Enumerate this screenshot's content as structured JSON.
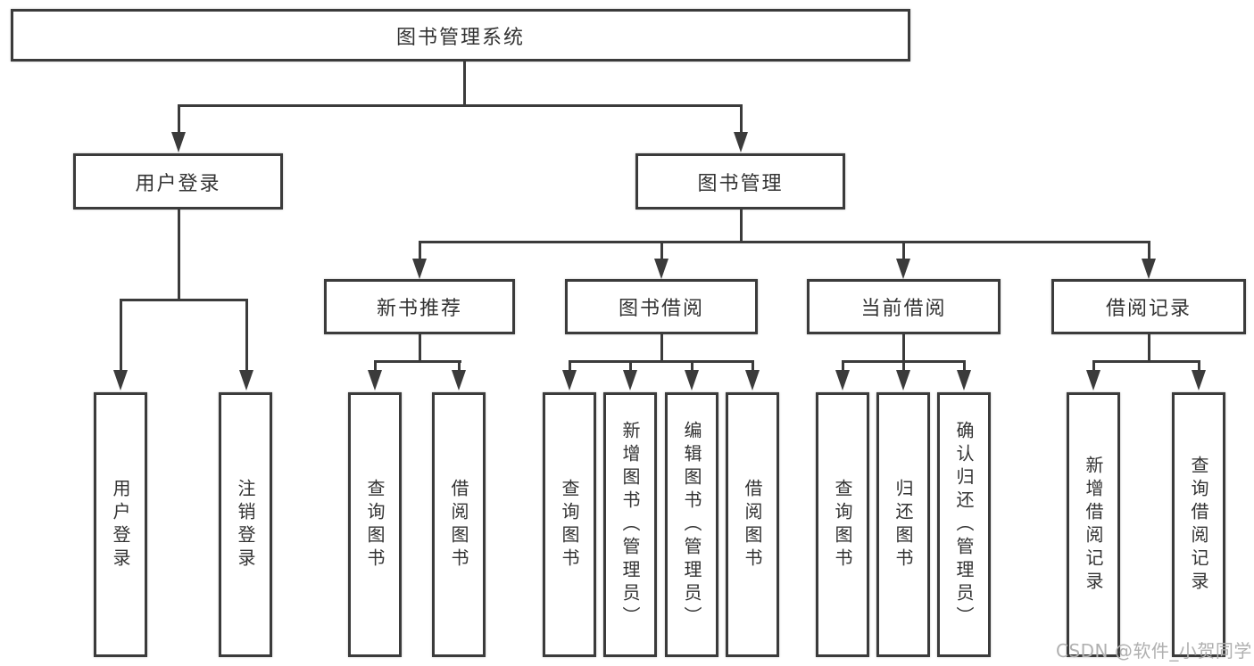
{
  "colors": {
    "line": "#3b3b3b",
    "text": "#333333",
    "watermark": "#b0b0b0",
    "background": "#ffffff"
  },
  "tree": {
    "root": "图书管理系统",
    "user_login": {
      "label": "用户登录",
      "children": [
        "用户登录",
        "注销登录"
      ]
    },
    "book_mgmt": {
      "label": "图书管理",
      "children": [
        {
          "label": "新书推荐",
          "children": [
            "查询图书",
            "借阅图书"
          ]
        },
        {
          "label": "图书借阅",
          "children": [
            "查询图书",
            "新增图书（管理员）",
            "编辑图书（管理员）",
            "借阅图书"
          ]
        },
        {
          "label": "当前借阅",
          "children": [
            "查询图书",
            "归还图书",
            "确认归还（管理员）"
          ]
        },
        {
          "label": "借阅记录",
          "children": [
            "新增借阅记录",
            "查询借阅记录"
          ]
        }
      ]
    }
  },
  "watermark": {
    "text": "CSDN @软件_小贺同学"
  }
}
